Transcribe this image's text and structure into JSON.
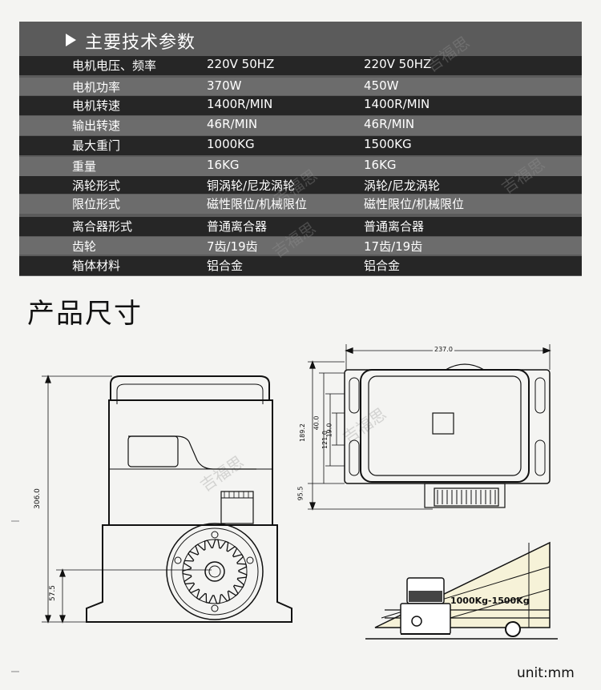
{
  "specs": {
    "title": "主要技术参数",
    "rows": [
      {
        "label": "电机电压、频率",
        "a": "220V  50HZ",
        "b": "220V  50HZ"
      },
      {
        "label": "电机功率",
        "a": "370W",
        "b": "450W"
      },
      {
        "label": "电机转速",
        "a": "1400R/MIN",
        "b": "1400R/MIN"
      },
      {
        "label": "输出转速",
        "a": "46R/MIN",
        "b": "46R/MIN"
      },
      {
        "label": "最大重门",
        "a": "1000KG",
        "b": "1500KG"
      },
      {
        "label": "重量",
        "a": "16KG",
        "b": "16KG"
      },
      {
        "label": "涡轮形式",
        "a": "铜涡轮/尼龙涡轮",
        "b": "涡轮/尼龙涡轮"
      },
      {
        "label": "限位形式",
        "a": "磁性限位/机械限位",
        "b": "磁性限位/机械限位"
      },
      {
        "label": "离合器形式",
        "a": "普通离合器",
        "b": "普通离合器"
      },
      {
        "label": "齿轮",
        "a": "7齿/19齿",
        "b": "17齿/19齿"
      },
      {
        "label": "箱体材料",
        "a": "铝合金",
        "b": "铝合金"
      }
    ]
  },
  "dimensions": {
    "title": "产品尺寸",
    "height_total": "306.0",
    "height_gear": "57.5",
    "width_top": "237.0",
    "side_189": "189.2",
    "side_40": "40.0",
    "side_121": "121.0",
    "side_19": "19.0",
    "side_95": "95.5",
    "load_label": "1000Kg-1500Kg",
    "unit": "unit:mm"
  },
  "watermark": "吉福思"
}
